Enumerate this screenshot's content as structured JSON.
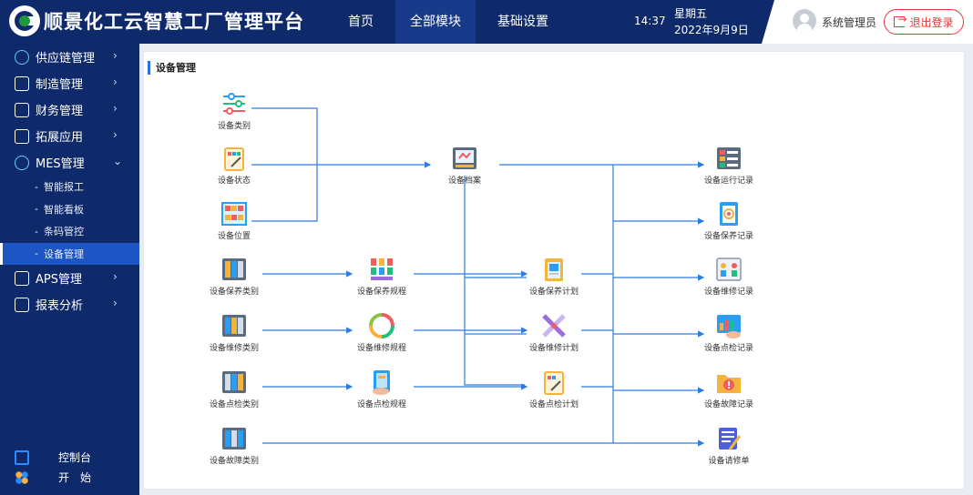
{
  "app": {
    "title": "顺景化工云智慧工厂管理平台"
  },
  "topnav": [
    {
      "label": "首页",
      "active": false
    },
    {
      "label": "全部模块",
      "active": true
    },
    {
      "label": "基础设置",
      "active": false
    }
  ],
  "clock": {
    "time": "14:37",
    "weekday": "星期五",
    "date": "2022年9月9日"
  },
  "user": {
    "name": "系统管理员",
    "logout_label": "退出登录"
  },
  "sidebar": {
    "items": [
      {
        "label": "供应链管理",
        "icon": "supply-chain-icon"
      },
      {
        "label": "制造管理",
        "icon": "factory-icon"
      },
      {
        "label": "财务管理",
        "icon": "finance-icon"
      },
      {
        "label": "拓展应用",
        "icon": "extension-icon"
      },
      {
        "label": "MES管理",
        "icon": "mes-icon",
        "expanded": true
      }
    ],
    "subitems": [
      {
        "label": "智能报工"
      },
      {
        "label": "智能看板"
      },
      {
        "label": "条码管控"
      },
      {
        "label": "设备管理",
        "active": true
      }
    ],
    "items_after": [
      {
        "label": "APS管理",
        "icon": "calendar-icon"
      },
      {
        "label": "报表分析",
        "icon": "chart-icon"
      }
    ],
    "bottom": [
      {
        "label": "控制台",
        "icon": "console-icon"
      },
      {
        "label": "开　始",
        "icon": "start-icon"
      }
    ]
  },
  "page": {
    "title": "设备管理"
  },
  "flow": {
    "col1": [
      "设备类别",
      "设备状态",
      "设备位置",
      "设备保养类别",
      "设备维修类别",
      "设备点检类别",
      "设备故障类别"
    ],
    "archive": "设备档案",
    "col2": [
      "设备保养规程",
      "设备维修规程",
      "设备点检规程"
    ],
    "col3": [
      "设备保养计划",
      "设备维修计划",
      "设备点检计划"
    ],
    "col4": [
      "设备运行记录",
      "设备保养记录",
      "设备维修记录",
      "设备点检记录",
      "设备故障记录",
      "设备请修单"
    ]
  },
  "colors": {
    "header": "#0f2a6b",
    "accent": "#2c6ee6",
    "line": "#2f7de1",
    "logout": "#e33333"
  }
}
